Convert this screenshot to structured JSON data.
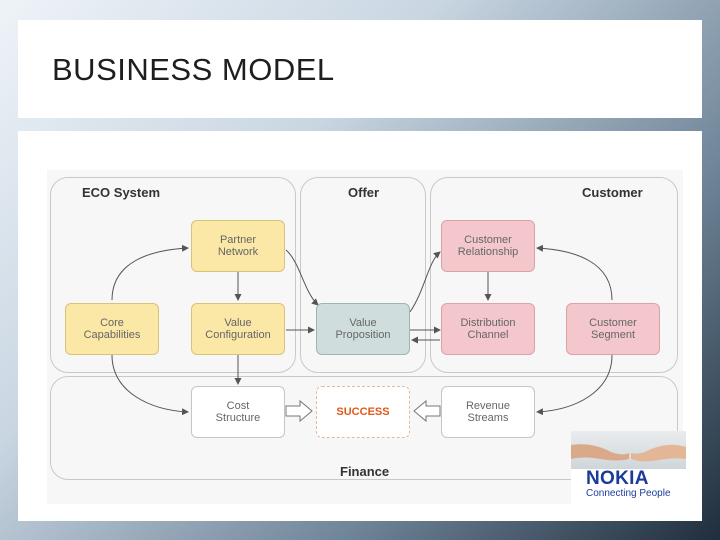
{
  "slide": {
    "title": "BUSINESS MODEL"
  },
  "diagram": {
    "groups": {
      "eco": "ECO System",
      "offer": "Offer",
      "customer": "Customer",
      "finance": "Finance"
    },
    "nodes": {
      "partner_network": "Partner\nNetwork",
      "core_capabilities": "Core\nCapabilities",
      "value_configuration": "Value\nConfiguration",
      "value_proposition": "Value\nProposition",
      "customer_relationship": "Customer\nRelationship",
      "distribution_channel": "Distribution\nChannel",
      "customer_segment": "Customer\nSegment",
      "cost_structure": "Cost\nStructure",
      "success": "SUCCESS",
      "revenue_streams": "Revenue\nStreams"
    },
    "colors": {
      "eco_nodes": "#fbe7a6",
      "customer_nodes": "#f3c7cb",
      "offer_node": "#cfdedd",
      "success_text": "#e2571b"
    }
  },
  "logo": {
    "brand": "NOKIA",
    "tagline": "Connecting People",
    "color": "#1a3b9c"
  }
}
